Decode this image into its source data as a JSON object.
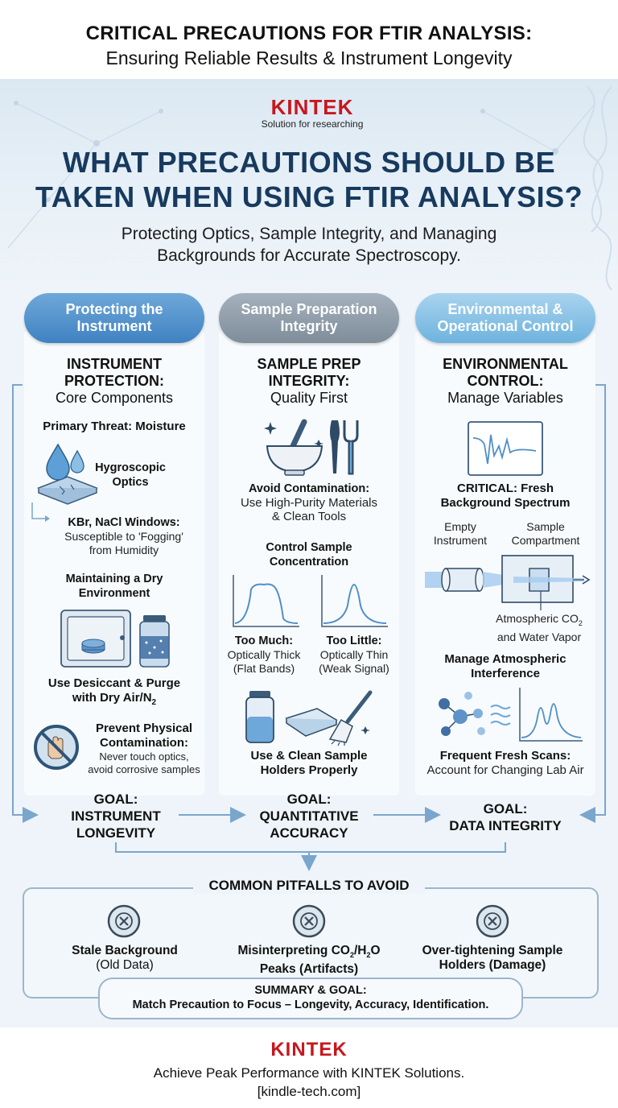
{
  "header": {
    "title": "CRITICAL PRECAUTIONS FOR FTIR ANALYSIS:",
    "subtitle": "Ensuring Reliable Results & Instrument Longevity"
  },
  "brand": {
    "name": "KINTEK",
    "tagline": "Solution for researching"
  },
  "hero": {
    "question_line1": "WHAT PRECAUTIONS SHOULD BE",
    "question_line2": "TAKEN WHEN USING FTIR ANALYSIS?",
    "sub_line1": "Protecting Optics, Sample Integrity, and Managing",
    "sub_line2": "Backgrounds for Accurate Spectroscopy."
  },
  "columns": [
    {
      "pill_line1": "Protecting the",
      "pill_line2": "Instrument",
      "heading_line1": "INSTRUMENT",
      "heading_line2": "PROTECTION:",
      "heading_sub": "Core Components",
      "threat": "Primary Threat: Moisture",
      "optics_line1": "Hygroscopic",
      "optics_line2": "Optics",
      "windows_title": "KBr, NaCl Windows:",
      "windows_line1": "Susceptible to 'Fogging'",
      "windows_line2": "from Humidity",
      "dry_line1": "Maintaining a Dry",
      "dry_line2": "Environment",
      "desiccant_line1": "Use Desiccant & Purge",
      "desiccant_line2": "with Dry Air/N",
      "desiccant_sub": "2",
      "prevent_line1": "Prevent Physical",
      "prevent_line2": "Contamination:",
      "prevent_line3": "Never touch optics,",
      "prevent_line4": "avoid corrosive samples",
      "goal_label": "GOAL:",
      "goal_line1": "INSTRUMENT",
      "goal_line2": "LONGEVITY"
    },
    {
      "pill_line1": "Sample Preparation",
      "pill_line2": "Integrity",
      "heading_line1": "SAMPLE PREP",
      "heading_line2": "INTEGRITY:",
      "heading_sub": "Quality First",
      "contam_title": "Avoid Contamination:",
      "contam_line1": "Use High-Purity Materials",
      "contam_line2": "& Clean Tools",
      "conc_line1": "Control Sample",
      "conc_line2": "Concentration",
      "too_much_title": "Too Much:",
      "too_much_line1": "Optically Thick",
      "too_much_line2": "(Flat Bands)",
      "too_little_title": "Too Little:",
      "too_little_line1": "Optically Thin",
      "too_little_line2": "(Weak Signal)",
      "holders_line1": "Use & Clean Sample",
      "holders_line2": "Holders Properly",
      "goal_label": "GOAL:",
      "goal_line1": "QUANTITATIVE",
      "goal_line2": "ACCURACY"
    },
    {
      "pill_line1": "Environmental &",
      "pill_line2": "Operational Control",
      "heading_line1": "ENVIRONMENTAL",
      "heading_line2": "CONTROL:",
      "heading_sub": "Manage Variables",
      "bg_line1": "CRITICAL: Fresh",
      "bg_line2": "Background Spectrum",
      "empty_line1": "Empty",
      "empty_line2": "Instrument",
      "compartment_line1": "Sample",
      "compartment_line2": "Compartment",
      "atmos_line1": "Atmospheric CO",
      "atmos_sub": "2",
      "atmos_line2": "and Water Vapor",
      "interf_line1": "Manage Atmospheric",
      "interf_line2": "Interference",
      "scans_title": "Frequent Fresh Scans:",
      "scans_line1": "Account for Changing Lab Air",
      "goal_label": "GOAL:",
      "goal_line1": "DATA INTEGRITY"
    }
  ],
  "pitfalls": {
    "title": "COMMON PITFALLS TO AVOID",
    "items": [
      {
        "line1": "Stale Background",
        "line2": "(Old Data)"
      },
      {
        "line1a": "Misinterpreting CO",
        "sub1": "2",
        "line1b": "/H",
        "sub2": "2",
        "line1c": "O",
        "line2": "Peaks (Artifacts)"
      },
      {
        "line1": "Over-tightening Sample",
        "line2": "Holders (Damage)"
      }
    ]
  },
  "summary": {
    "title": "SUMMARY & GOAL:",
    "text": "Match Precaution to Focus – Longevity, Accuracy, Identification."
  },
  "footer": {
    "brand": "KINTEK",
    "line1": "Achieve Peak Performance with KINTEK Solutions.",
    "line2": "[kindle-tech.com]"
  },
  "colors": {
    "brand_red": "#c8161d",
    "title_navy": "#173a5e",
    "accent_blue": "#3f82c2",
    "accent_gray": "#7f8d9a",
    "accent_light": "#6eb3de",
    "line_blue": "#7aa6cc"
  }
}
